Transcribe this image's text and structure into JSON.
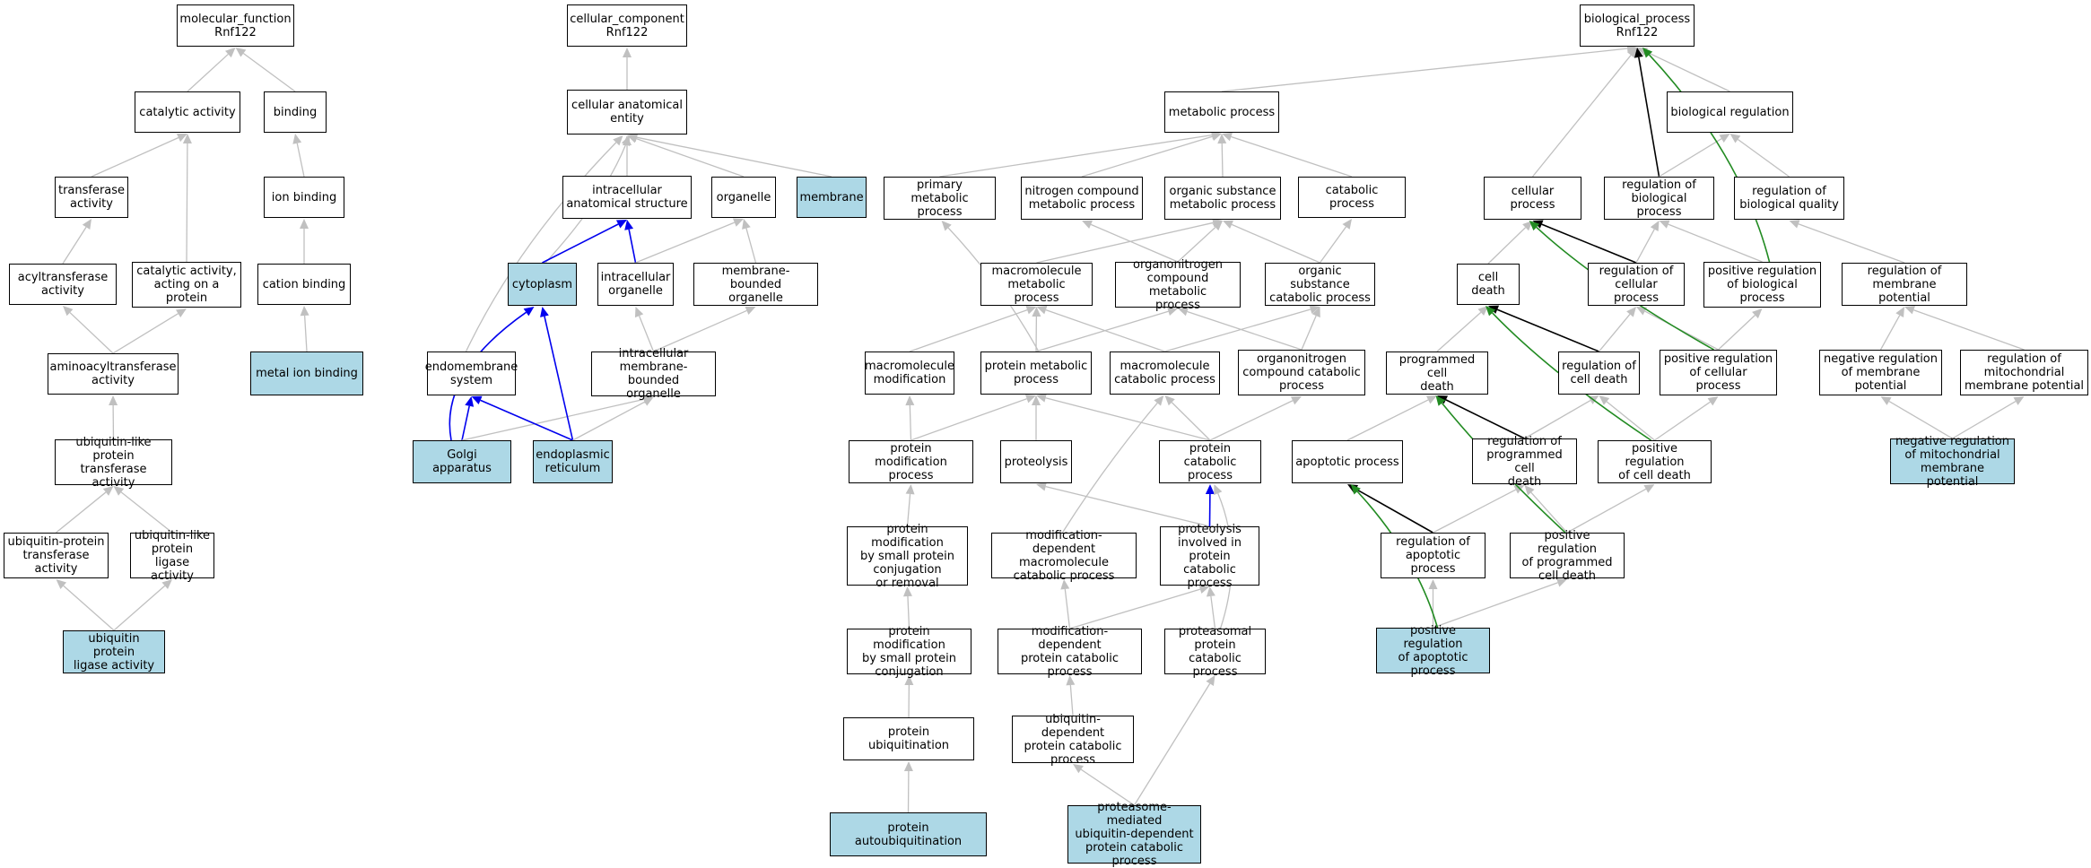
{
  "colors": {
    "is_a": "#c0c0c0",
    "regulates": "#000000",
    "positively_regulates": "#228b22",
    "part_of": "#0000ee",
    "highlight": "#add8e6"
  },
  "nodes": {
    "mf": "molecular_function\nRnf122",
    "cat_act": "catalytic activity",
    "binding": "binding",
    "transferase": "transferase\nactivity",
    "ion_binding": "ion binding",
    "acyltransferase": "acyltransferase\nactivity",
    "cat_act_protein": "catalytic activity,\nacting on a\nprotein",
    "cation_binding": "cation binding",
    "aminoacyl": "aminoacyltransferase\nactivity",
    "metal_ion": "metal ion binding",
    "ubl_transferase": "ubiquitin-like\nprotein transferase\nactivity",
    "ub_transferase": "ubiquitin-protein\ntransferase\nactivity",
    "ubl_ligase": "ubiquitin-like\nprotein ligase\nactivity",
    "ub_ligase": "ubiquitin protein\nligase activity",
    "cc": "cellular_component\nRnf122",
    "cae": "cellular anatomical\nentity",
    "ias": "intracellular\nanatomical structure",
    "organelle": "organelle",
    "membrane": "membrane",
    "cytoplasm": "cytoplasm",
    "io": "intracellular\norganelle",
    "mbo": "membrane-bounded\norganelle",
    "endomembrane": "endomembrane\nsystem",
    "imbo": "intracellular\nmembrane-bounded\norganelle",
    "golgi": "Golgi apparatus",
    "er": "endoplasmic\nreticulum",
    "mp": "metabolic process",
    "pmp": "primary metabolic\nprocess",
    "ncmp": "nitrogen compound\nmetabolic process",
    "osmp": "organic substance\nmetabolic process",
    "catabolic": "catabolic process",
    "mmp": "macromolecule\nmetabolic process",
    "ocmp": "organonitrogen\ncompound metabolic\nprocess",
    "oscp": "organic substance\ncatabolic process",
    "mm_mod": "macromolecule\nmodification",
    "prot_met": "protein metabolic\nprocess",
    "mm_cat": "macromolecule\ncatabolic process",
    "occp": "organonitrogen\ncompound catabolic\nprocess",
    "prot_mod": "protein modification\nprocess",
    "proteolysis": "proteolysis",
    "prot_cat": "protein catabolic\nprocess",
    "pm_small": "protein modification\nby small protein\nconjugation\nor removal",
    "md_mm_cat": "modification-dependent\nmacromolecule\ncatabolic process",
    "prot_involved": "proteolysis\ninvolved in\nprotein catabolic\nprocess",
    "pm_small_conj": "protein modification\nby small protein\nconjugation",
    "md_prot_cat": "modification-dependent\nprotein catabolic\nprocess",
    "proteasomal": "proteasomal\nprotein catabolic\nprocess",
    "prot_ubiq": "protein ubiquitination",
    "ub_dep": "ubiquitin-dependent\nprotein catabolic\nprocess",
    "prot_autoub": "protein autoubiquitination",
    "proteasome_med": "proteasome-mediated\nubiquitin-dependent\nprotein catabolic\nprocess",
    "bp": "biological_process\nRnf122",
    "bio_reg": "biological regulation",
    "cell_proc": "cellular process",
    "reg_bp": "regulation of\nbiological process",
    "reg_bq": "regulation of\nbiological quality",
    "cell_death": "cell death",
    "reg_cp": "regulation of\ncellular process",
    "pos_reg_bp": "positive regulation\nof biological\nprocess",
    "reg_mem_pot": "regulation of\nmembrane potential",
    "pcd": "programmed cell\ndeath",
    "reg_cd": "regulation of\ncell death",
    "pos_reg_cp": "positive regulation\nof cellular\nprocess",
    "neg_reg_mp": "negative regulation\nof membrane\npotential",
    "reg_mito_mp": "regulation of\nmitochondrial\nmembrane potential",
    "apoptotic": "apoptotic process",
    "reg_pcd": "regulation of\nprogrammed cell\ndeath",
    "pos_reg_cd": "positive regulation\nof cell death",
    "neg_reg_mito": "negative regulation\nof mitochondrial\nmembrane potential",
    "reg_apop": "regulation of\napoptotic process",
    "pos_reg_pcd": "positive regulation\nof programmed\ncell death",
    "pos_reg_apop": "positive regulation\nof apoptotic\nprocess"
  }
}
